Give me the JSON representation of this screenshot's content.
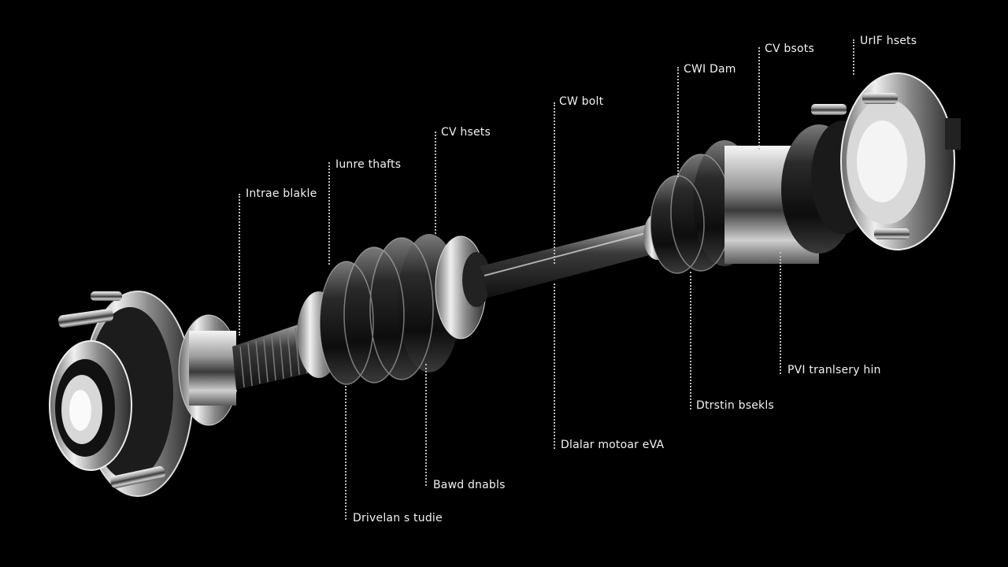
{
  "diagram": {
    "labels": {
      "intake_blade": "Intrae blakle",
      "inner_shaft": "Iunre thafts",
      "cv_inlet": "CV hsets",
      "cv_boot": "CW bolt",
      "cv_dam": "CWI Dam",
      "cv_boots": "CV bsots",
      "unit_hub": "UrIF hsets",
      "drive_wheel": "Drivelan s tudie",
      "bawl_double": "Bawd dnabls",
      "dealer_motor": "Dlalar motoar eVA",
      "outer_boots": "Dtrstin bsekls",
      "pw_transfer": "PVI tranlsery hin"
    },
    "colors": {
      "background": "#000000",
      "label_text": "#f2f2f2",
      "leader_line": "#bdbdbd",
      "metal_light": "#e8e8e8",
      "metal_dark": "#2a2a2a",
      "boot_rubber": "#1a1a1a"
    }
  }
}
